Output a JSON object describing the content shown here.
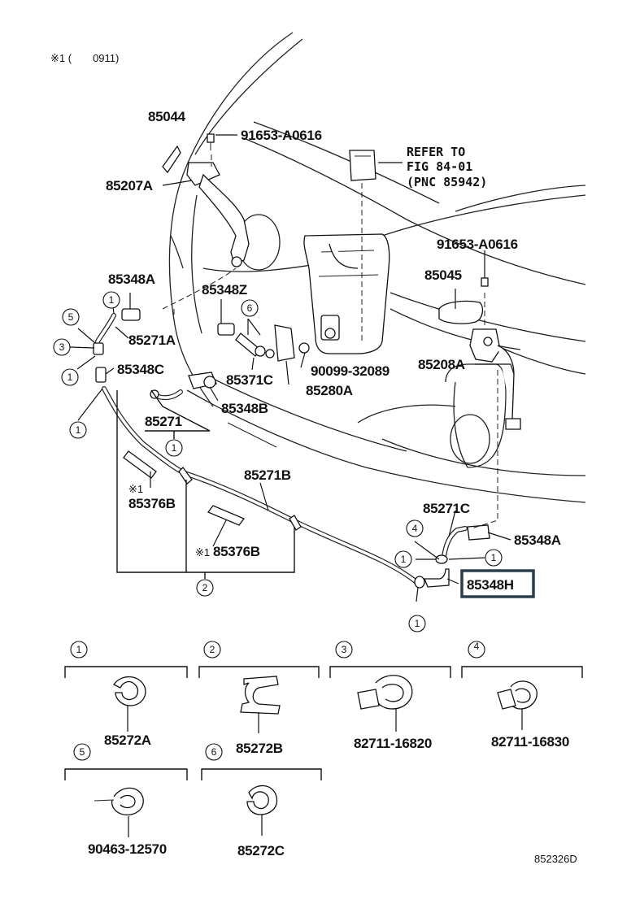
{
  "header_note": "※1 (　　0911)",
  "figure_code": "852326D",
  "refer_note": {
    "line1": "REFER TO",
    "line2": "FIG 84-01",
    "line3": "(PNC 85942)"
  },
  "labels": {
    "p85044": "85044",
    "p91653_top": "91653-A0616",
    "p85207A": "85207A",
    "p91653_right": "91653-A0616",
    "p85045": "85045",
    "p85348A_left": "85348A",
    "p85348Z": "85348Z",
    "p85271A": "85271A",
    "p85348C": "85348C",
    "p85371C": "85371C",
    "p90099": "90099-32089",
    "p85208A": "85208A",
    "p85280A": "85280A",
    "p85348B": "85348B",
    "p85271": "85271",
    "p85271B": "85271B",
    "p85376B_1": "85376B",
    "p85376B_2": "85376B",
    "mark_1a": "※1",
    "mark_1b": "※1",
    "p85271C": "85271C",
    "p85348A_right": "85348A",
    "p85348H": "85348H"
  },
  "callouts": {
    "c1": "1",
    "c2": "2",
    "c3": "3",
    "c4": "4",
    "c5": "5",
    "c6": "6"
  },
  "legend": [
    {
      "num": "1",
      "part": "85272A"
    },
    {
      "num": "2",
      "part": "85272B"
    },
    {
      "num": "3",
      "part": "82711-16820"
    },
    {
      "num": "4",
      "part": "82711-16830"
    },
    {
      "num": "5",
      "part": "90463-12570"
    },
    {
      "num": "6",
      "part": "85272C"
    }
  ],
  "highlighted_part": "85348H"
}
